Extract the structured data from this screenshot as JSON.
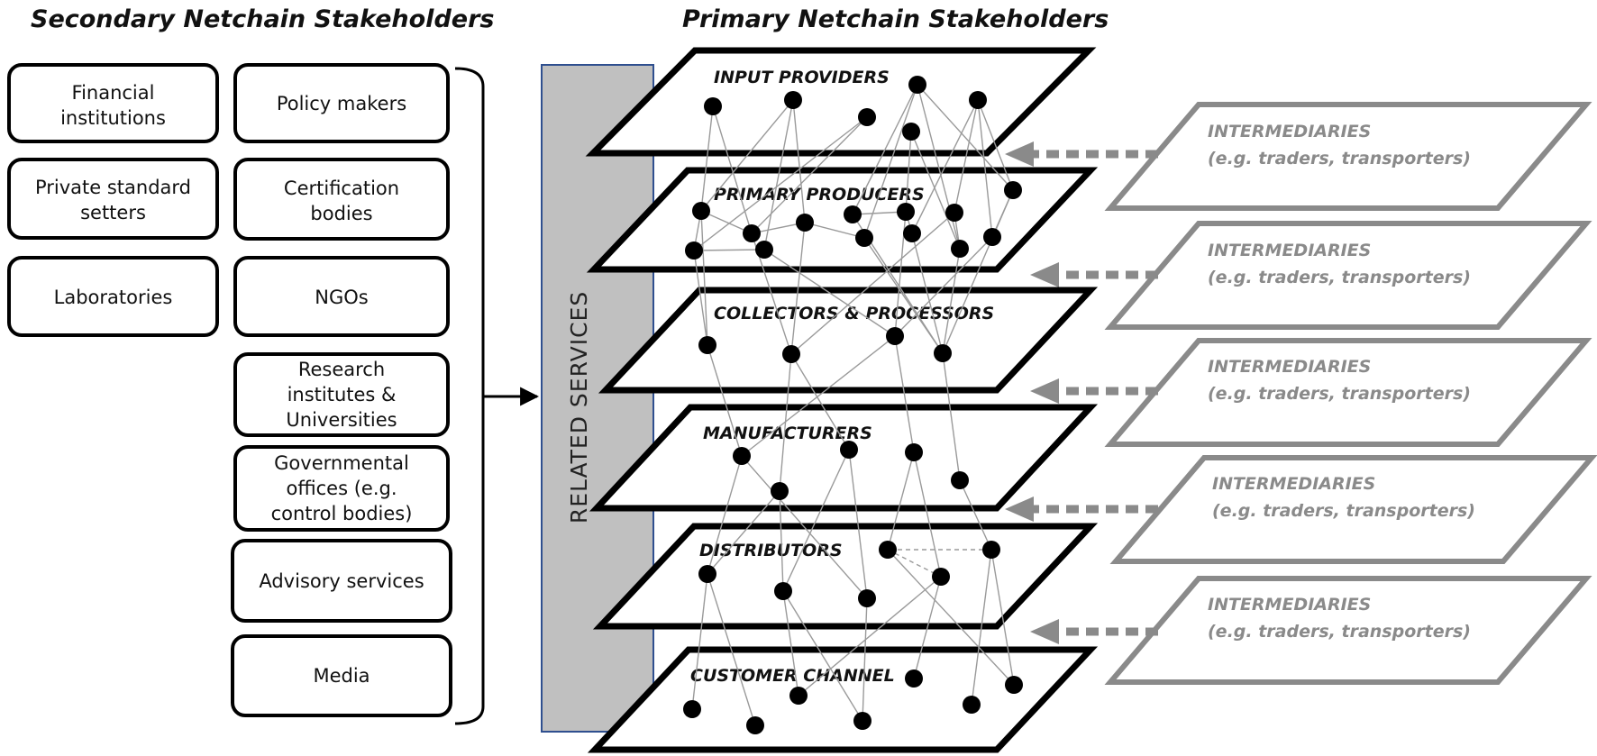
{
  "headings": {
    "secondary": "Secondary Netchain Stakeholders",
    "primary": "Primary Netchain Stakeholders"
  },
  "secondary_stakeholders": {
    "left_column": [
      {
        "lines": [
          "Financial",
          "institutions"
        ]
      },
      {
        "lines": [
          "Private standard",
          "setters"
        ]
      },
      {
        "lines": [
          "Laboratories"
        ]
      }
    ],
    "right_column": [
      {
        "lines": [
          "Policy makers"
        ]
      },
      {
        "lines": [
          "Certification",
          "bodies"
        ]
      },
      {
        "lines": [
          "NGOs"
        ]
      },
      {
        "lines": [
          "Research",
          "institutes &",
          "Universities"
        ]
      },
      {
        "lines": [
          "Governmental",
          "offices (e.g.",
          "control bodies)"
        ]
      },
      {
        "lines": [
          "Advisory services"
        ]
      },
      {
        "lines": [
          "Media"
        ]
      }
    ]
  },
  "related_services": {
    "label": "RELATED SERVICES",
    "fill": "#c0c0c0",
    "border": "#2f4f8f"
  },
  "layers": [
    {
      "label": "INPUT PROVIDERS"
    },
    {
      "label": "PRIMARY PRODUCERS"
    },
    {
      "label": "COLLECTORS & PROCESSORS"
    },
    {
      "label": "MANUFACTURERS"
    },
    {
      "label": "DISTRIBUTORS"
    },
    {
      "label": "CUSTOMER  CHANNEL"
    }
  ],
  "intermediaries": [
    {
      "title": "INTERMEDIARIES",
      "subtitle": "(e.g. traders, transporters)"
    },
    {
      "title": "INTERMEDIARIES",
      "subtitle": "(e.g. traders, transporters)"
    },
    {
      "title": "INTERMEDIARIES",
      "subtitle": "(e.g. traders, transporters)"
    },
    {
      "title": "INTERMEDIARIES",
      "subtitle": "(e.g. traders, transporters)"
    },
    {
      "title": "INTERMEDIARIES",
      "subtitle": "(e.g. traders, transporters)"
    }
  ],
  "colors": {
    "node": "#000000",
    "edge": "#9a9a9a",
    "intermediary": "#8a8a8a",
    "outline": "#000000"
  }
}
